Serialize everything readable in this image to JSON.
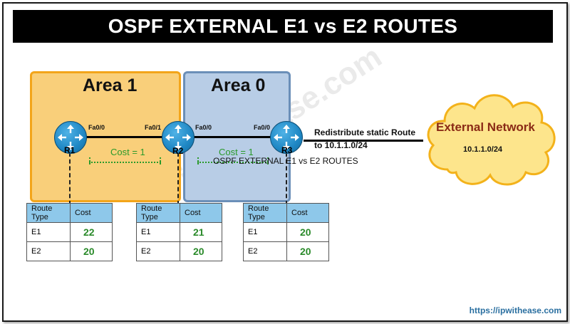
{
  "title": "OSPF EXTERNAL E1 vs E2 ROUTES",
  "areas": {
    "area1": "Area 1",
    "area0": "Area 0"
  },
  "routers": {
    "r1": "R1",
    "r2": "R2",
    "r3": "R3"
  },
  "interfaces": {
    "r1_fa": "Fa0/0",
    "r2_left": "Fa0/1",
    "r2_right": "Fa0/0",
    "r3_left": "Fa0/0"
  },
  "costs": {
    "left": "Cost = 1",
    "right": "Cost = 1"
  },
  "overlay_caption": "OSPF EXTERNAL E1 vs E2 ROUTES",
  "redistribute": {
    "line1": "Redistribute static Route",
    "line2": "to 10.1.1.0/24"
  },
  "external": {
    "label": "External Network",
    "network": "10.1.1.0/24"
  },
  "tables": [
    {
      "header": [
        "Route Type",
        "Cost"
      ],
      "rows": [
        [
          "E1",
          "22"
        ],
        [
          "E2",
          "20"
        ]
      ]
    },
    {
      "header": [
        "Route Type",
        "Cost"
      ],
      "rows": [
        [
          "E1",
          "21"
        ],
        [
          "E2",
          "20"
        ]
      ]
    },
    {
      "header": [
        "Route Type",
        "Cost"
      ],
      "rows": [
        [
          "E1",
          "20"
        ],
        [
          "E2",
          "20"
        ]
      ]
    }
  ],
  "site_url": "https://ipwithease.com",
  "colors": {
    "area1_fill": "#f9cf7a",
    "area0_fill": "#b8cde6",
    "router_blue": "#1f87c4",
    "cost_green": "#2a9a2a",
    "cloud_fill": "#fde58c",
    "cloud_stroke": "#f3b21a",
    "table_header": "#8ec8ea"
  }
}
